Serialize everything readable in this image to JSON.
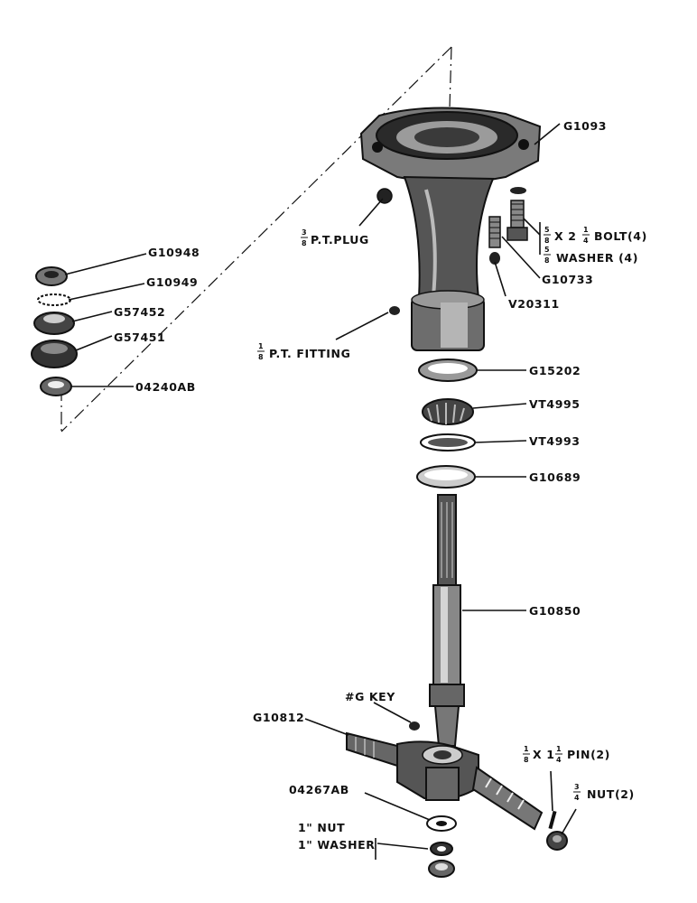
{
  "labels": {
    "housing": "G1093",
    "pt_plug": "P.T.PLUG",
    "pt_plug_frac_n": "3",
    "pt_plug_frac_d": "8",
    "bolt": "X 2",
    "bolt_tail": "BOLT(4)",
    "bolt_frac1_n": "5",
    "bolt_frac1_d": "8",
    "bolt_frac2_n": "1",
    "bolt_frac2_d": "4",
    "washer": "WASHER (4)",
    "washer_frac_n": "5",
    "washer_frac_d": "8",
    "g10733": "G10733",
    "v20311": "V20311",
    "g10948": "G10948",
    "g10949": "G10949",
    "g57452": "G57452",
    "g57451": "G57451",
    "a04240": "04240AB",
    "pt_fitting": "P.T. FITTING",
    "pt_fitting_frac_n": "1",
    "pt_fitting_frac_d": "8",
    "g15202": "G15202",
    "vt4995": "VT4995",
    "vt4993": "VT4993",
    "g10689": "G10689",
    "g10850": "G10850",
    "key": "#G KEY",
    "g10812": "G10812",
    "pin": "X 1",
    "pin_tail": "PIN(2)",
    "pin_frac1_n": "1",
    "pin_frac1_d": "8",
    "pin_frac2_n": "1",
    "pin_frac2_d": "4",
    "nut2": "NUT(2)",
    "nut2_frac_n": "3",
    "nut2_frac_d": "4",
    "a04267": "04267AB",
    "nut1": "1\" NUT",
    "washer1": "1\" WASHER"
  }
}
